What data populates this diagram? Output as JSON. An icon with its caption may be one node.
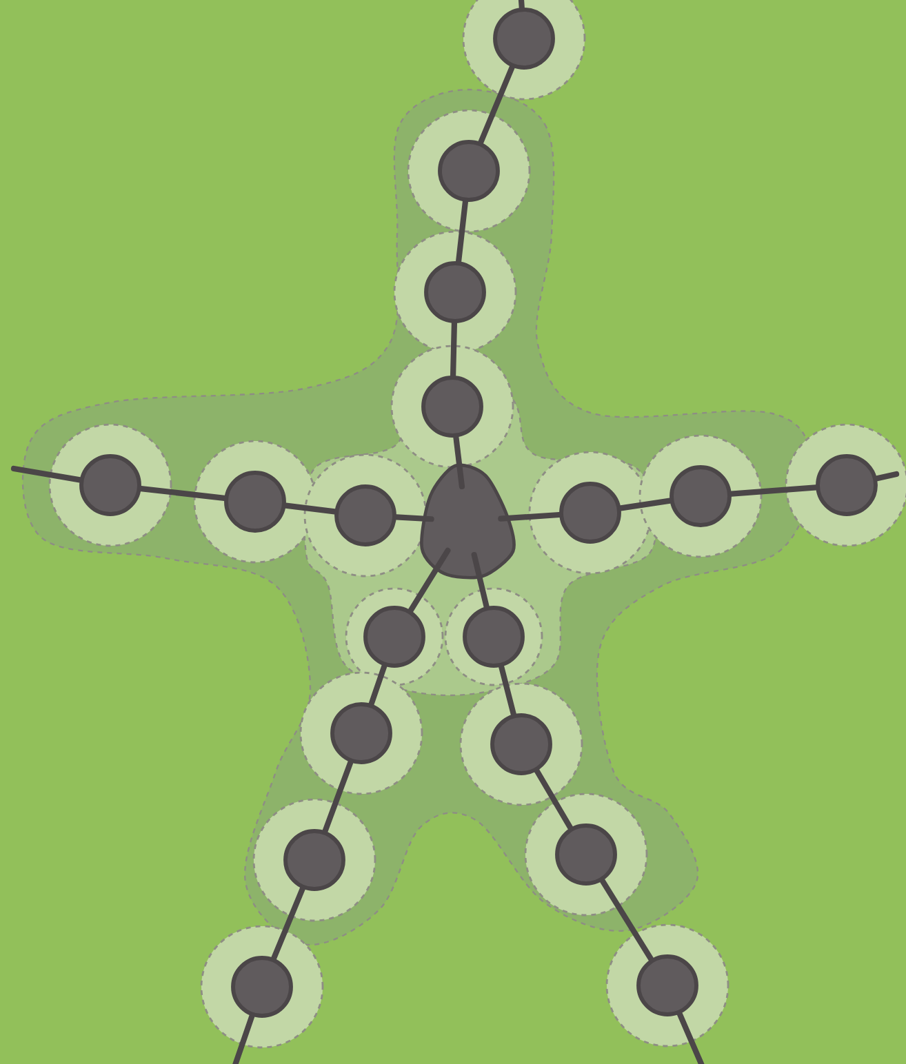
{
  "diagram": {
    "nodes": [
      {
        "text": [],
        "shape": "circle"
      },
      {
        "text": [],
        "shape": "circle"
      },
      {
        "text": [],
        "shape": "circle"
      },
      {
        "text": [],
        "shape": "circle"
      },
      {
        "text": [],
        "shape": "circle"
      },
      {
        "text": [],
        "shape": "circle"
      },
      {
        "text": [],
        "shape": "circle"
      },
      {
        "text": [],
        "shape": "blob"
      },
      {
        "text": [],
        "shape": "circle"
      },
      {
        "text": [],
        "shape": "circle"
      },
      {
        "text": [],
        "shape": "circle"
      },
      {
        "text": [],
        "shape": "circle"
      },
      {
        "text": [],
        "shape": "circle"
      },
      {
        "text": [],
        "shape": "circle"
      },
      {
        "text": [],
        "shape": "circle"
      },
      {
        "text": [],
        "shape": "circle"
      },
      {
        "text": [],
        "shape": "circle"
      },
      {
        "text": [],
        "shape": "circle"
      },
      {
        "text": [],
        "shape": "circle"
      }
    ],
    "edges": [
      {
        "from": null,
        "to": 0,
        "arrow": "none"
      },
      {
        "from": 0,
        "to": 1,
        "arrow": "none"
      },
      {
        "from": 1,
        "to": 2,
        "arrow": "none"
      },
      {
        "from": 2,
        "to": 3,
        "arrow": "none"
      },
      {
        "from": 3,
        "to": 7,
        "arrow": "none"
      },
      {
        "from": 7,
        "to": 12,
        "arrow": "none"
      },
      {
        "from": 12,
        "to": 14,
        "arrow": "none"
      },
      {
        "from": 14,
        "to": 16,
        "arrow": "none"
      },
      {
        "from": 16,
        "to": 18,
        "arrow": "none"
      },
      {
        "from": 18,
        "to": null,
        "arrow": "none"
      },
      {
        "from": 7,
        "to": 11,
        "arrow": "none"
      },
      {
        "from": 11,
        "to": 13,
        "arrow": "none"
      },
      {
        "from": 13,
        "to": 15,
        "arrow": "none"
      },
      {
        "from": 15,
        "to": 17,
        "arrow": "none"
      },
      {
        "from": 17,
        "to": null,
        "arrow": "none"
      },
      {
        "from": null,
        "to": 4,
        "arrow": "none"
      },
      {
        "from": 4,
        "to": 5,
        "arrow": "none"
      },
      {
        "from": 5,
        "to": 6,
        "arrow": "none"
      },
      {
        "from": 6,
        "to": 7,
        "arrow": "none"
      },
      {
        "from": 7,
        "to": 8,
        "arrow": "none"
      },
      {
        "from": 8,
        "to": 9,
        "arrow": "none"
      },
      {
        "from": 9,
        "to": 10,
        "arrow": "none"
      },
      {
        "from": 10,
        "to": null,
        "arrow": "none"
      }
    ]
  }
}
